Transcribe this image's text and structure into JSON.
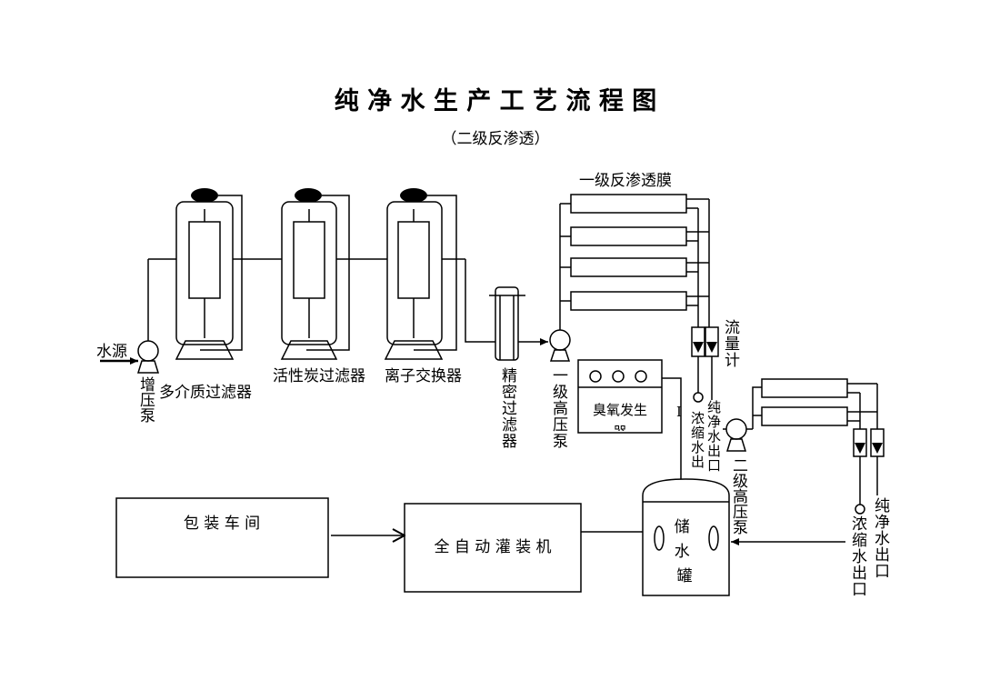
{
  "title": "纯 净 水 生 产 工 艺 流 程 图",
  "subtitle": "（二级反渗透）",
  "labels": {
    "water_source": "水源",
    "booster_pump": "增压泵",
    "multi_media_filter": "多介质过滤器",
    "activated_carbon_filter": "活性炭过滤器",
    "ion_exchanger": "离子交换器",
    "precision_filter": "精密过滤器",
    "stage1_hp_pump": "一级高压泵",
    "stage1_ro_membrane": "一级反渗透膜",
    "flowmeter": "流量计",
    "ozone_generator": "臭氧发生器",
    "concentrate_out_1": "浓缩水出",
    "pure_water_out_1": "纯净水出口",
    "stage2_hp_pump": "二级高压泵",
    "concentrate_out_2": "浓缩水出口",
    "pure_water_out_2": "纯净水出口",
    "storage_tank": "储水罐",
    "auto_filler": "全 自 动 灌 装  机",
    "packaging_workshop": "包 装 车 间",
    "stub_mark": "I"
  }
}
